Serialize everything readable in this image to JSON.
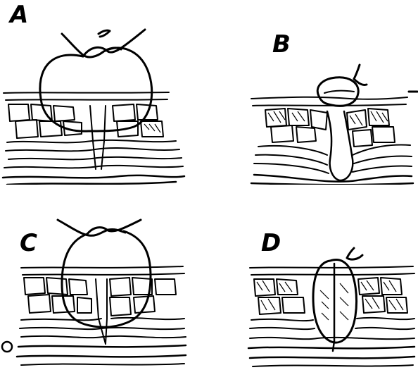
{
  "figure": {
    "panels": [
      {
        "id": "A",
        "label": "A",
        "suture": "wide-loop-tied-above",
        "skin_edges": "gaping-wound-below-loop"
      },
      {
        "id": "B",
        "label": "B",
        "suture": "tight-small-loop",
        "skin_edges": "inverted-with-dead-space-below"
      },
      {
        "id": "C",
        "label": "C",
        "suture": "tall-narrow-loop-tied-above",
        "skin_edges": "apposed"
      },
      {
        "id": "D",
        "label": "D",
        "suture": "vertical-loop-within-wound",
        "skin_edges": "everted-apposed"
      }
    ],
    "colors": {
      "ink": "#000000",
      "paper": "#ffffff"
    }
  }
}
